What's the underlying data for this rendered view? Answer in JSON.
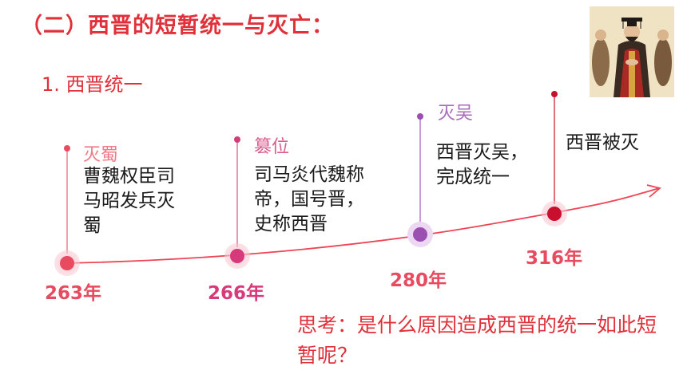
{
  "title": "（二）西晋的短暂统一与灭亡：",
  "subtitle": "1. 西晋统一",
  "events": [
    {
      "label": "灭蜀",
      "text": [
        "曹魏权臣司",
        "马昭发兵灭",
        "蜀"
      ],
      "year": "263年",
      "color": "#e84a5f"
    },
    {
      "label": "篡位",
      "text": [
        "司马炎代魏称",
        "帝，国号晋，",
        "史称西晋"
      ],
      "year": "266年",
      "color": "#d63a7a"
    },
    {
      "label": "灭吴",
      "text": [
        "西晋灭吴，",
        "完成统一"
      ],
      "year": "280年",
      "color": "#9b4fb0"
    },
    {
      "label": "",
      "text": [
        "西晋被灭"
      ],
      "year": "316年",
      "color": "#c8102e"
    }
  ],
  "question": "思考：是什么原因造成西晋的统一如此短暂呢？",
  "colors": {
    "accent": "#e0303a",
    "timeline": "#ee4455"
  }
}
